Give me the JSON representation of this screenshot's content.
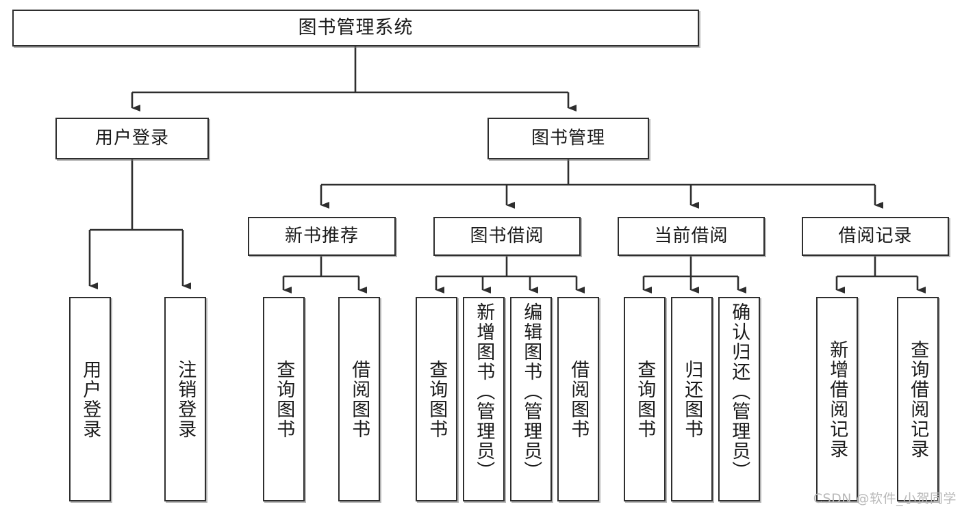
{
  "diagram": {
    "title": "图书管理系统",
    "type": "tree-hierarchy-diagram",
    "watermark": "CSDN @软件_小贺同学",
    "colors": {
      "border": "#2e2e2e",
      "background": "#ffffff",
      "text": "#1a1a1a",
      "watermark": "#b9b9b9",
      "connector": "#2e2e2e"
    }
  },
  "nodes": {
    "root": {
      "label": "图书管理系统"
    },
    "level1": [
      {
        "label": "用户登录"
      },
      {
        "label": "图书管理"
      }
    ],
    "level2": [
      {
        "label": "新书推荐"
      },
      {
        "label": "图书借阅"
      },
      {
        "label": "当前借阅"
      },
      {
        "label": "借阅记录"
      }
    ],
    "leaves": {
      "user_login": [
        {
          "label": "用户登录"
        },
        {
          "label": "注销登录"
        }
      ],
      "new_book_recommend": [
        {
          "label": "查询图书"
        },
        {
          "label": "借阅图书"
        }
      ],
      "book_borrow": [
        {
          "label": "查询图书"
        },
        {
          "label": "新增图书（管理员）"
        },
        {
          "label": "编辑图书（管理员）"
        },
        {
          "label": "借阅图书"
        }
      ],
      "current_borrow": [
        {
          "label": "查询图书"
        },
        {
          "label": "归还图书"
        },
        {
          "label": "确认归还（管理员）"
        }
      ],
      "borrow_record": [
        {
          "label": "新增借阅记录"
        },
        {
          "label": "查询借阅记录"
        }
      ]
    }
  }
}
